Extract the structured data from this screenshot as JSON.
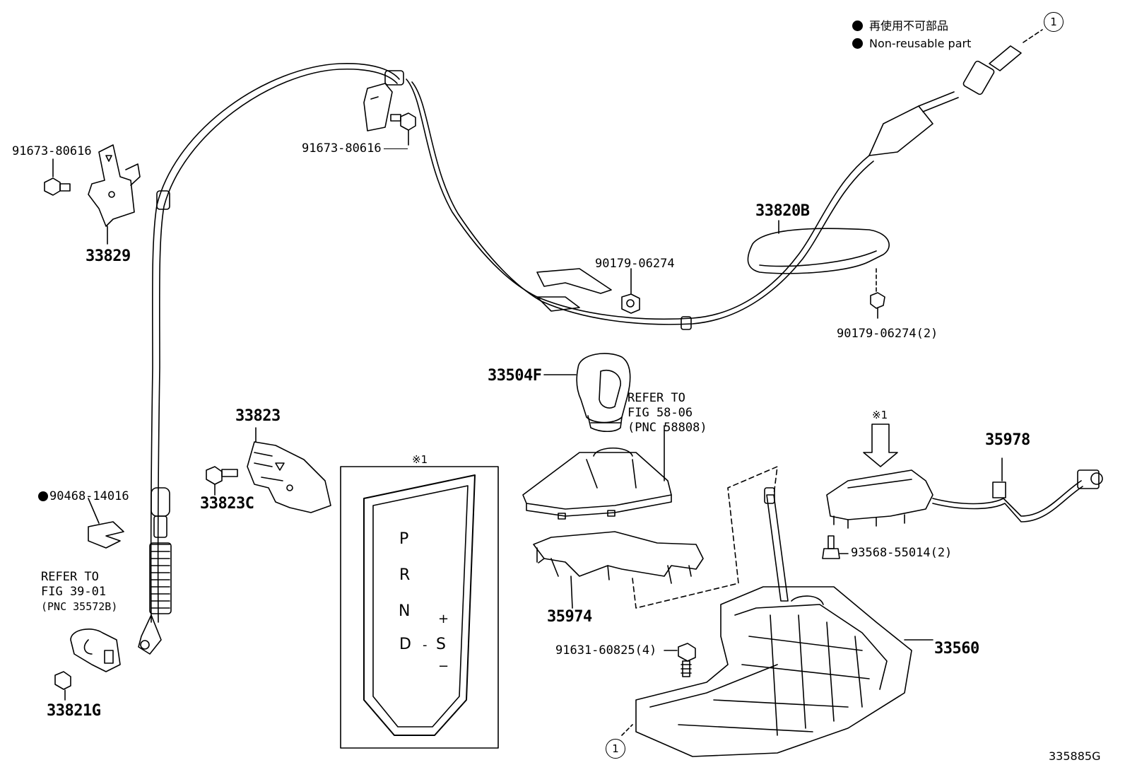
{
  "legend": {
    "jp": "再使用不可部品",
    "en": "Non-reusable part"
  },
  "ref_circle": "1",
  "ref_mark": "※1",
  "figure_code": "335885G",
  "parts": {
    "p91673_left": "91673-80616",
    "p33829": "33829",
    "p91673_mid": "91673-80616",
    "p90179_single": "90179-06274",
    "p33820B": "33820B",
    "p90179_pair": "90179-06274(2)",
    "p33504F": "33504F",
    "p33823": "33823",
    "p33823C": "33823C",
    "p90468": "90468-14016",
    "p33821G": "33821G",
    "p35978": "35978",
    "p93568": "93568-55014(2)",
    "p35974": "35974",
    "p91631": "91631-60825(4)",
    "p33560": "33560"
  },
  "refer_knob": [
    "REFER TO",
    "FIG 58-06",
    "(PNC 58808)"
  ],
  "refer_cable": [
    "REFER TO",
    "FIG 39-01",
    "(PNC 35572B)"
  ],
  "gate": {
    "P": "P",
    "R": "R",
    "N": "N",
    "D": "D",
    "S": "S",
    "dash": "-",
    "plus": "+",
    "minus": "−"
  }
}
